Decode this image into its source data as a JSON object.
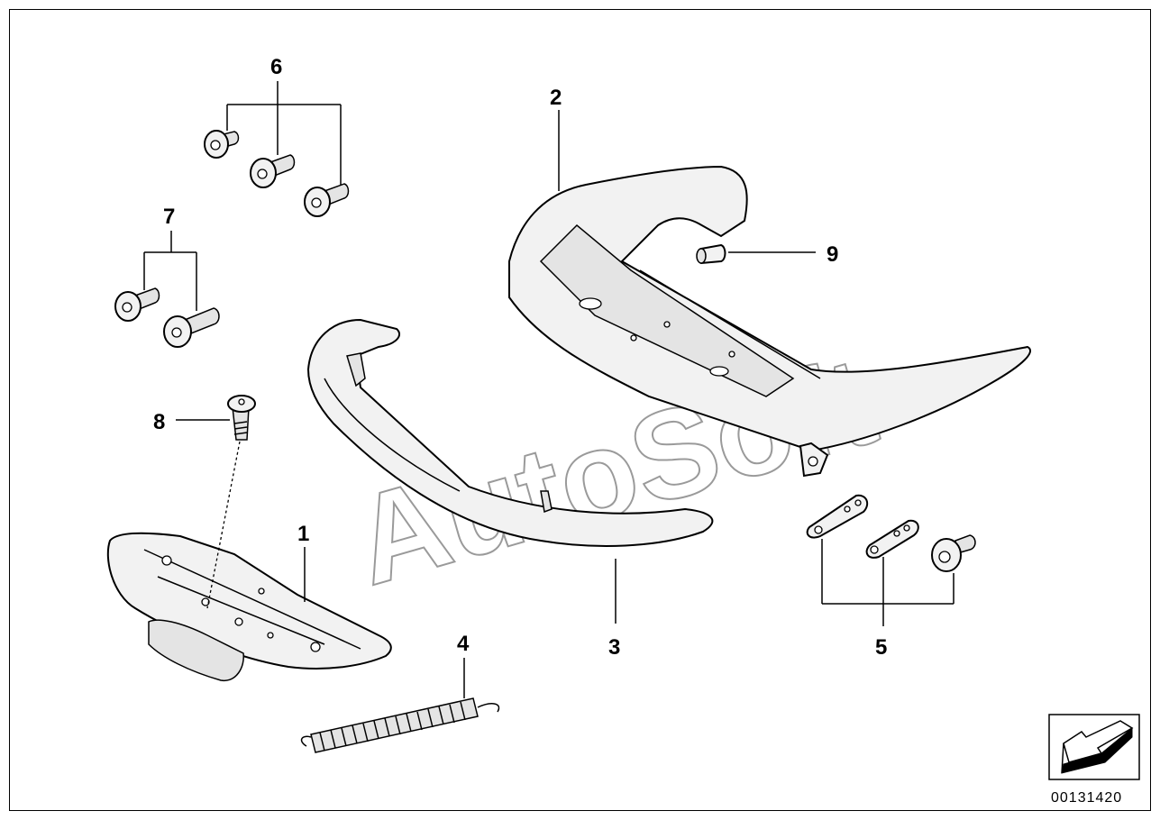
{
  "drawing_ref": "00131420",
  "watermark": "AutoSoft",
  "callouts": {
    "c1": "1",
    "c2": "2",
    "c3": "3",
    "c4": "4",
    "c5": "5",
    "c6": "6",
    "c7": "7",
    "c8": "8",
    "c9": "9"
  },
  "icons": {
    "orientation": "arrow-icon"
  }
}
